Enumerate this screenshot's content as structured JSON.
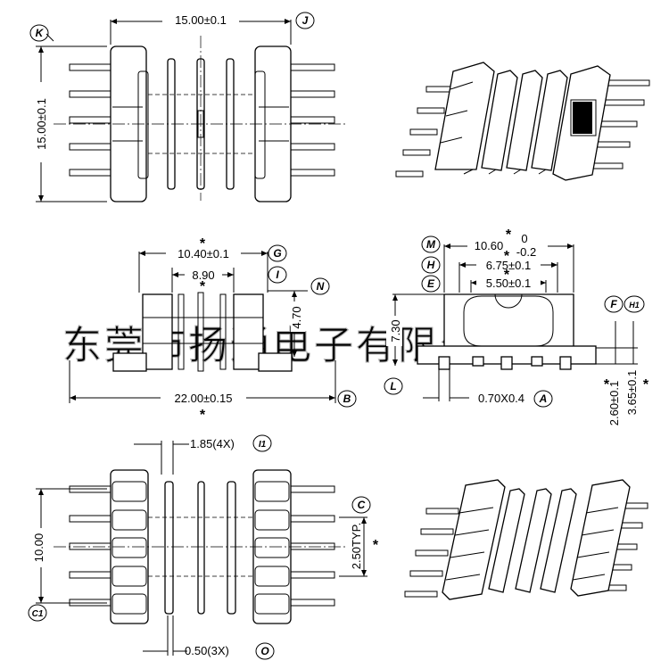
{
  "watermark": "东莞市扬通电子有限公司",
  "labels": {
    "K": "K",
    "J": "J",
    "G": "G",
    "I": "I",
    "N": "N",
    "B": "B",
    "M": "M",
    "H": "H",
    "E": "E",
    "F": "F",
    "H1": "H1",
    "L": "L",
    "A": "A",
    "I1": "I1",
    "C": "C",
    "C1": "C1",
    "O": "O"
  },
  "dimensions": {
    "top_width": "15.00±0.1",
    "top_height": "15.00±0.1",
    "front_inner": "10.40±0.1",
    "front_slot": "8.90",
    "front_height": "4.70",
    "front_total": "22.00±0.15",
    "side_width": "10.60",
    "side_tol_upper": "0",
    "side_tol_lower": "-0.2",
    "side_mid": "6.75±0.1",
    "side_inner": "5.50±0.1",
    "side_height": "7.30",
    "pin_size": "0.70X0.4",
    "pin_offset1": "2.60±0.1",
    "pin_offset2": "3.65±0.1",
    "flange": "1.85(4X)",
    "bottom_height": "10.00",
    "pitch": "2.50TYP.",
    "wall": "0.50(3X)"
  },
  "critical_mark": "*"
}
